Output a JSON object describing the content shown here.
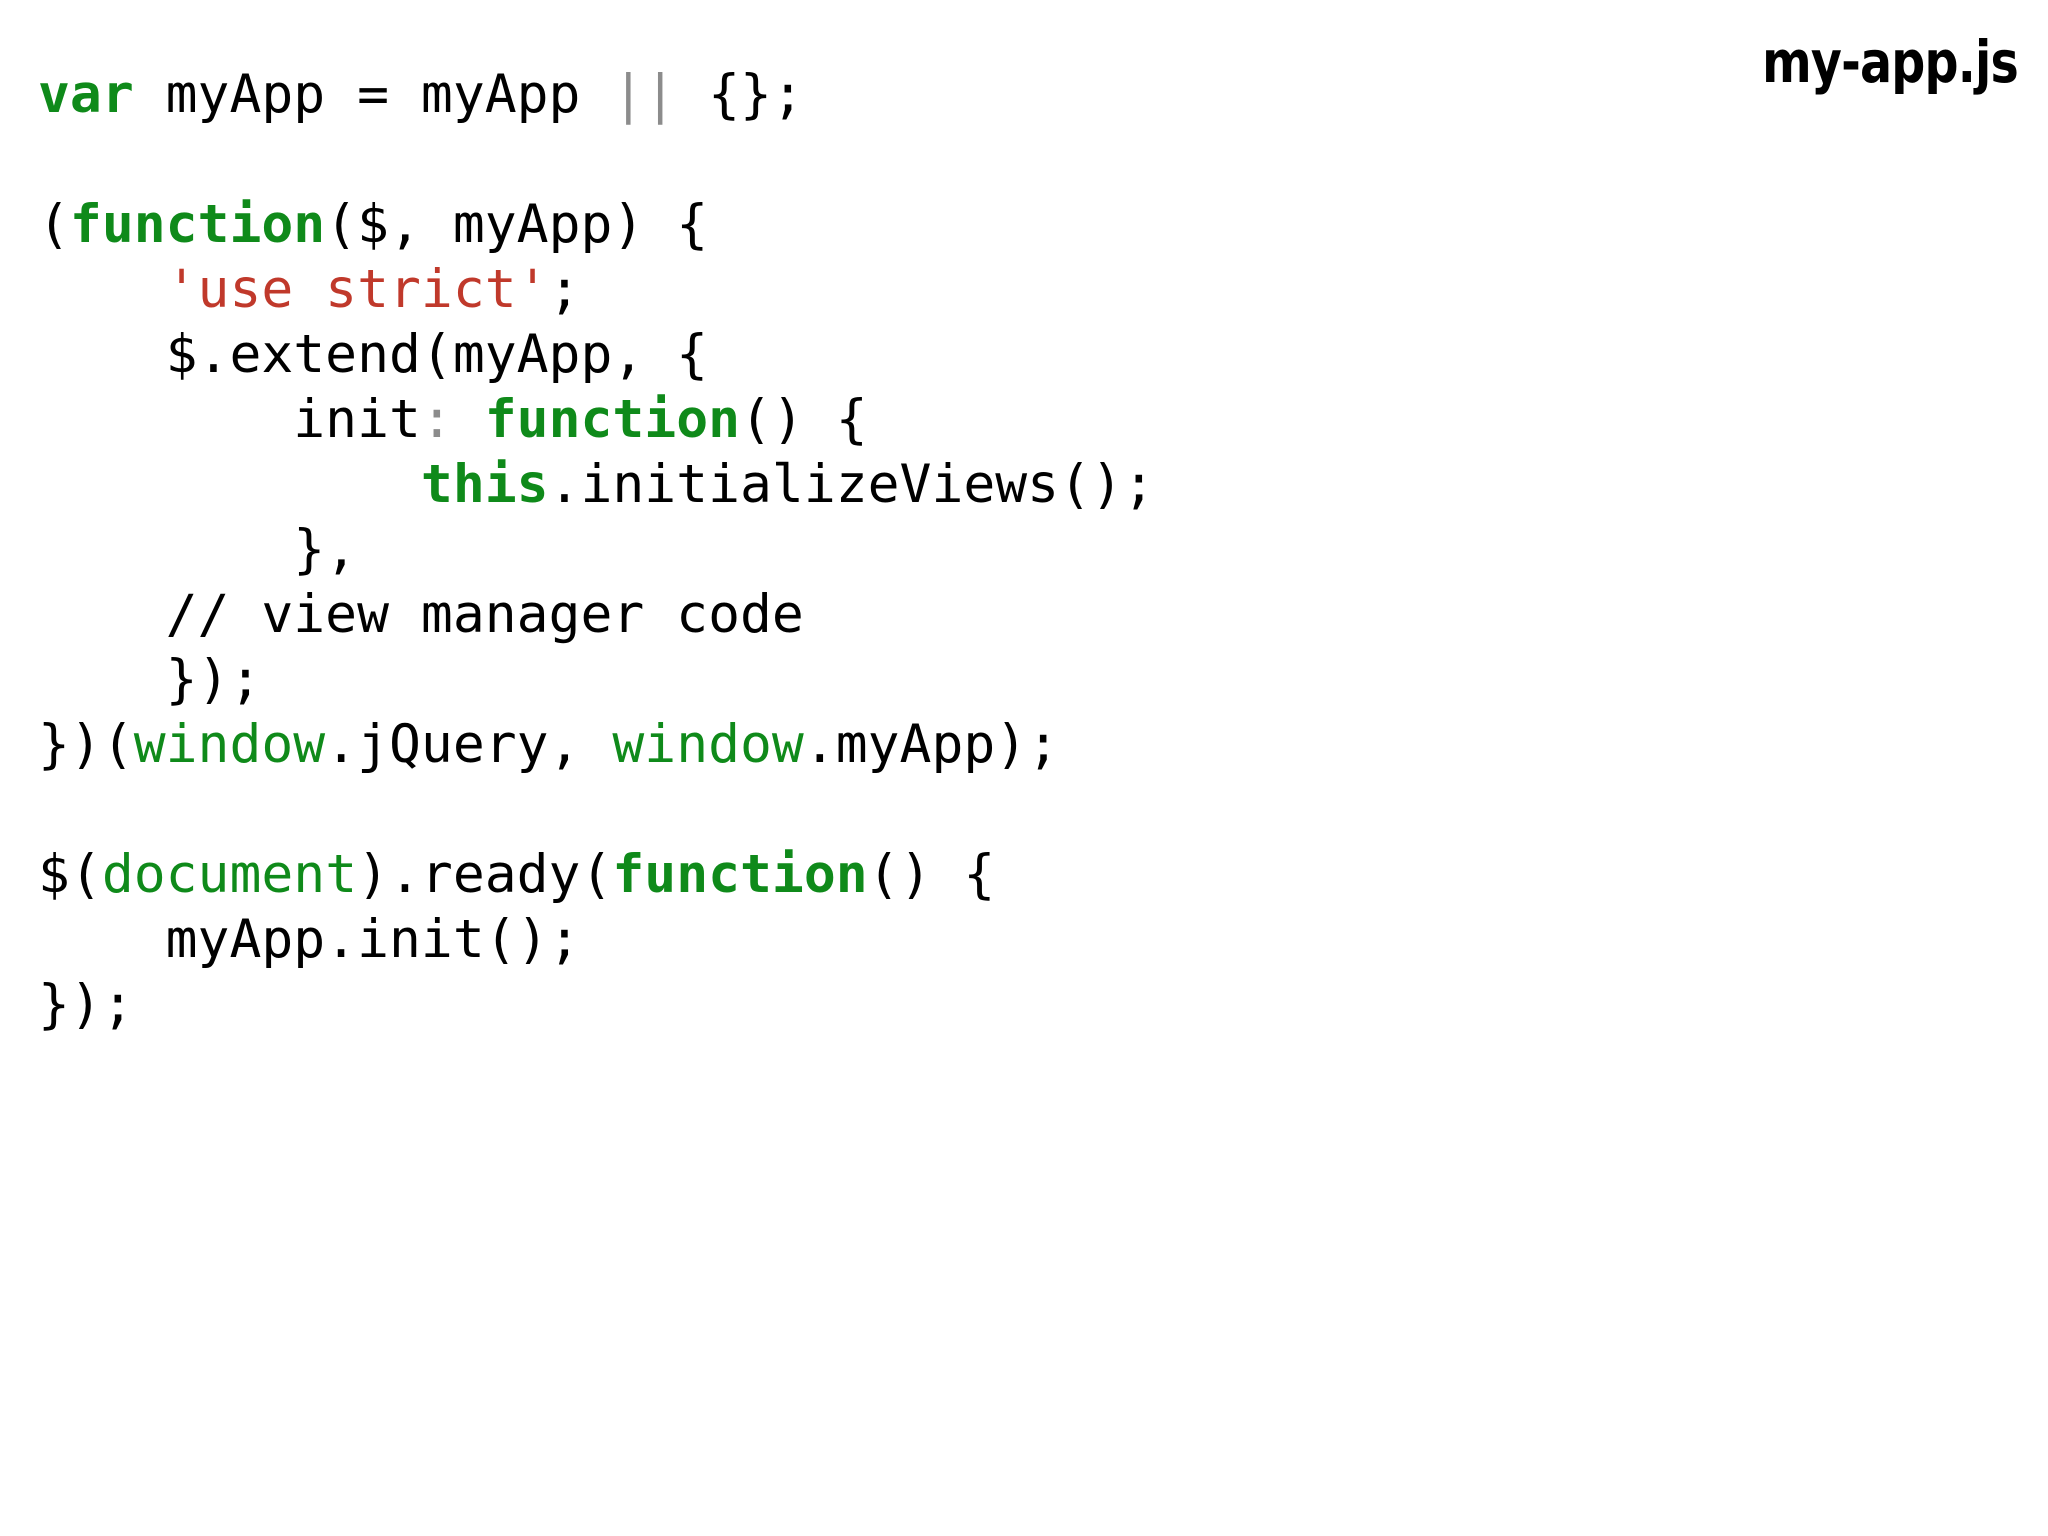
{
  "title": "my-app.js",
  "colors": {
    "background": "#ffffff",
    "keyword_green": "#0f8a1a",
    "string_red": "#c0392b",
    "operator_gray": "#8c8c8c",
    "text_black": "#000000"
  },
  "code": {
    "language": "javascript",
    "lines": [
      {
        "index": 0,
        "text": "var myApp = myApp || {};",
        "tokens": [
          {
            "t": "var",
            "c": "kw"
          },
          {
            "t": " myApp = myApp ",
            "c": "plain"
          },
          {
            "t": "||",
            "c": "op-gray"
          },
          {
            "t": " {};",
            "c": "plain"
          }
        ]
      },
      {
        "index": 1,
        "text": "",
        "tokens": []
      },
      {
        "index": 2,
        "text": "(function($, myApp) {",
        "tokens": [
          {
            "t": "(",
            "c": "plain"
          },
          {
            "t": "function",
            "c": "kw"
          },
          {
            "t": "($, myApp) {",
            "c": "plain"
          }
        ]
      },
      {
        "index": 3,
        "text": "    'use strict';",
        "tokens": [
          {
            "t": "    ",
            "c": "plain"
          },
          {
            "t": "'use strict'",
            "c": "str"
          },
          {
            "t": ";",
            "c": "plain"
          }
        ]
      },
      {
        "index": 4,
        "text": "    $.extend(myApp, {",
        "tokens": [
          {
            "t": "    $.extend(myApp, {",
            "c": "plain"
          }
        ]
      },
      {
        "index": 5,
        "text": "        init: function() {",
        "tokens": [
          {
            "t": "        init",
            "c": "plain"
          },
          {
            "t": ":",
            "c": "op-gray"
          },
          {
            "t": " ",
            "c": "plain"
          },
          {
            "t": "function",
            "c": "kw"
          },
          {
            "t": "() {",
            "c": "plain"
          }
        ]
      },
      {
        "index": 6,
        "text": "            this.initializeViews();",
        "tokens": [
          {
            "t": "            ",
            "c": "plain"
          },
          {
            "t": "this",
            "c": "kw"
          },
          {
            "t": ".initializeViews();",
            "c": "plain"
          }
        ]
      },
      {
        "index": 7,
        "text": "        },",
        "tokens": [
          {
            "t": "        },",
            "c": "plain"
          }
        ]
      },
      {
        "index": 8,
        "text": "    // view manager code",
        "tokens": [
          {
            "t": "    // view manager code",
            "c": "comment"
          }
        ]
      },
      {
        "index": 9,
        "text": "    });",
        "tokens": [
          {
            "t": "    });",
            "c": "plain"
          }
        ]
      },
      {
        "index": 10,
        "text": "})(window.jQuery, window.myApp);",
        "tokens": [
          {
            "t": "})(",
            "c": "plain"
          },
          {
            "t": "window",
            "c": "ident-g"
          },
          {
            "t": ".jQuery, ",
            "c": "plain"
          },
          {
            "t": "window",
            "c": "ident-g"
          },
          {
            "t": ".myApp);",
            "c": "plain"
          }
        ]
      },
      {
        "index": 11,
        "text": "",
        "tokens": []
      },
      {
        "index": 12,
        "text": "$(document).ready(function() {",
        "tokens": [
          {
            "t": "$(",
            "c": "plain"
          },
          {
            "t": "document",
            "c": "ident-g"
          },
          {
            "t": ").ready(",
            "c": "plain"
          },
          {
            "t": "function",
            "c": "kw"
          },
          {
            "t": "() {",
            "c": "plain"
          }
        ]
      },
      {
        "index": 13,
        "text": "    myApp.init();",
        "tokens": [
          {
            "t": "    myApp.init();",
            "c": "plain"
          }
        ]
      },
      {
        "index": 14,
        "text": "});",
        "tokens": [
          {
            "t": "});",
            "c": "plain"
          }
        ]
      }
    ]
  }
}
